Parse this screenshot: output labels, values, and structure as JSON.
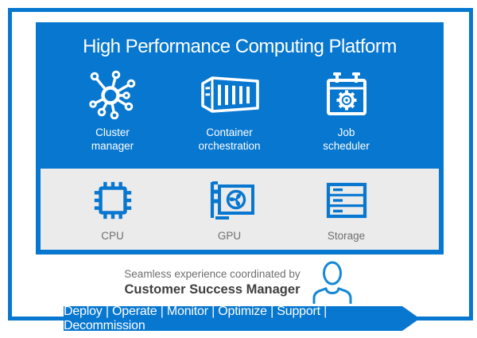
{
  "colors": {
    "brand_blue": "#0877cf",
    "panel_gray": "#ebebeb",
    "muted_text": "#6f6f6f",
    "dark_text": "#3f3f3f",
    "white": "#ffffff"
  },
  "platform": {
    "title": "High Performance Computing Platform",
    "software_items": [
      {
        "label": "Cluster\nmanager",
        "icon": "cluster-network-icon"
      },
      {
        "label": "Container\norchestration",
        "icon": "container-icon"
      },
      {
        "label": "Job\nscheduler",
        "icon": "calendar-gear-icon"
      }
    ],
    "hardware_items": [
      {
        "label": "CPU",
        "icon": "cpu-chip-icon"
      },
      {
        "label": "GPU",
        "icon": "gpu-card-icon"
      },
      {
        "label": "Storage",
        "icon": "storage-server-icon"
      }
    ]
  },
  "csm": {
    "line1": "Seamless experience coordinated by",
    "line2": "Customer Success Manager",
    "icon": "person-icon"
  },
  "lifecycle_banner": {
    "text": "Deploy | Operate | Monitor | Optimize | Support | Decommission"
  }
}
